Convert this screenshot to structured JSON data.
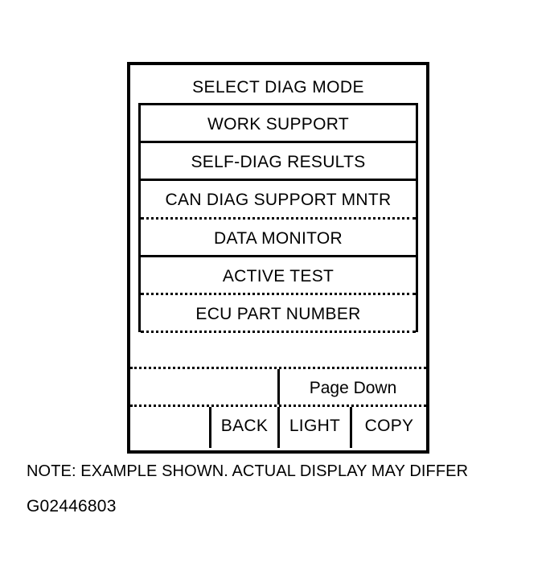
{
  "screen": {
    "title": "SELECT DIAG MODE",
    "menu_items": [
      {
        "label": "WORK SUPPORT",
        "separator": "solid"
      },
      {
        "label": "SELF-DIAG RESULTS",
        "separator": "solid"
      },
      {
        "label": "CAN DIAG SUPPORT MNTR",
        "separator": "dotted"
      },
      {
        "label": "DATA MONITOR",
        "separator": "solid"
      },
      {
        "label": "ACTIVE TEST",
        "separator": "dotted"
      },
      {
        "label": "ECU PART NUMBER",
        "separator": "dotted"
      }
    ],
    "page_row": {
      "blank_label": "",
      "page_down_label": "Page Down"
    },
    "button_row": {
      "blank_label": "",
      "back_label": "BACK",
      "light_label": "LIGHT",
      "copy_label": "COPY"
    }
  },
  "caption": {
    "note": "NOTE: EXAMPLE SHOWN. ACTUAL DISPLAY MAY DIFFER",
    "figure_id": "G02446803"
  },
  "colors": {
    "ink": "#000000",
    "background": "#ffffff"
  }
}
